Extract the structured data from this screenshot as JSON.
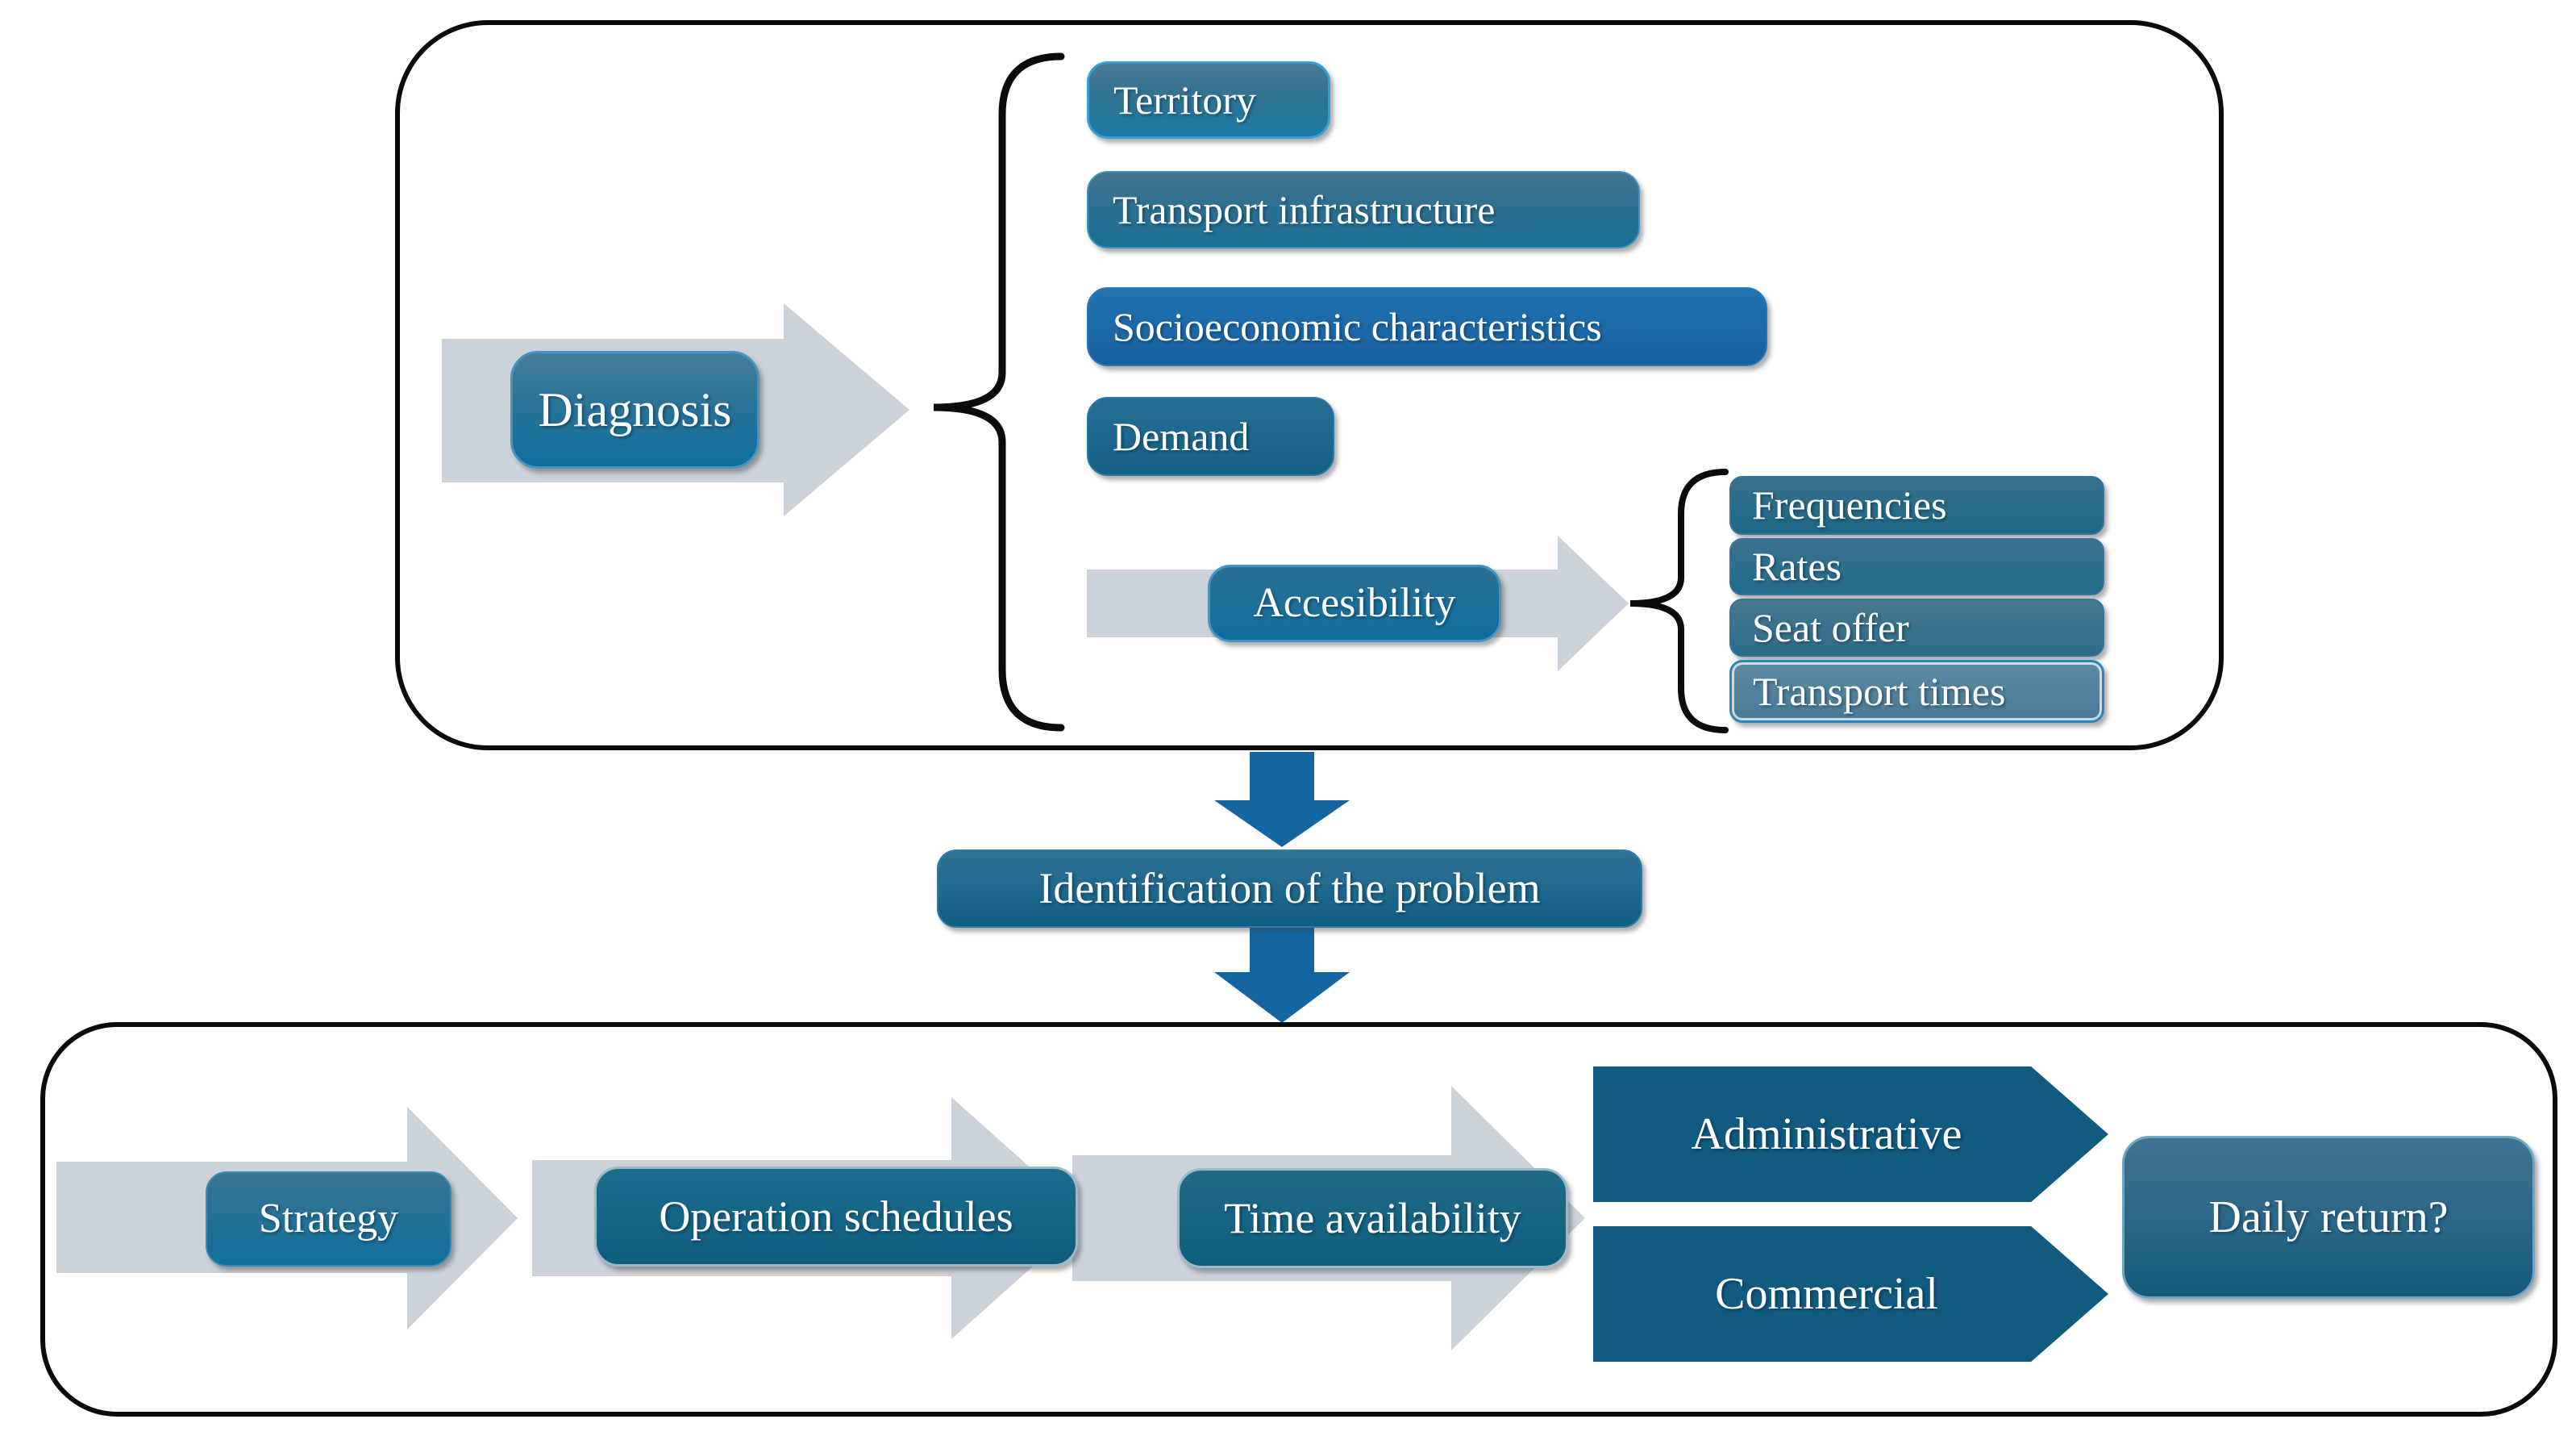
{
  "diagram": {
    "top_section": {
      "diagnosis_label": "Diagnosis",
      "factors": [
        "Territory",
        "Transport infrastructure",
        "Socioeconomic characteristics",
        "Demand"
      ],
      "accessibility": {
        "label": "Accesibility",
        "items": [
          "Frequencies",
          "Rates",
          "Seat offer",
          "Transport times"
        ]
      }
    },
    "middle": {
      "identification_label": "Identification of the problem"
    },
    "bottom_section": {
      "strategy_label": "Strategy",
      "operation_schedules_label": "Operation schedules",
      "time_availability_label": "Time availability",
      "administrative_label": "Administrative",
      "commercial_label": "Commercial",
      "daily_return_label": "Daily return?"
    },
    "colors": {
      "box_blue_dark": "#115b81",
      "box_blue_strong": "#1d6ba8",
      "box_teal_gradient_top": "#4a7a93",
      "box_teal_gradient_bottom": "#0f6e9d",
      "flow_arrow_blue": "#1566a0",
      "process_arrow_gray": "#cbd2d9",
      "outline_black": "#0b0b0b",
      "text_white": "#ffffff"
    }
  }
}
